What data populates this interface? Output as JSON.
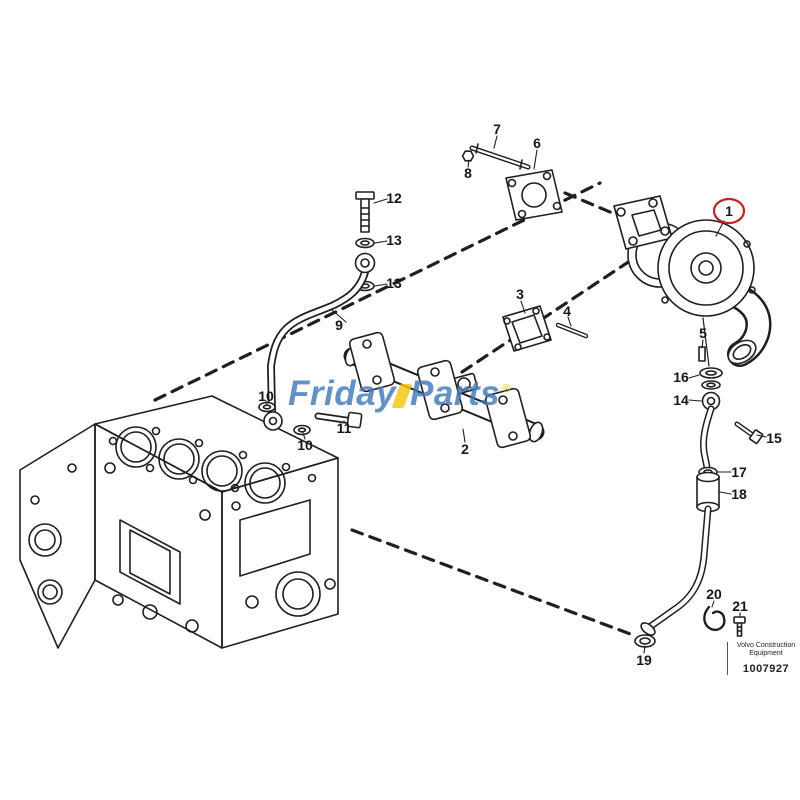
{
  "diagram": {
    "line_color": "#1f1f1f",
    "highlight_color": "#c42222",
    "callouts": [
      {
        "id": "7"
      },
      {
        "id": "8"
      },
      {
        "id": "6"
      },
      {
        "id": "12"
      },
      {
        "id": "13"
      },
      {
        "id": "13"
      },
      {
        "id": "1",
        "highlighted": true
      },
      {
        "id": "9"
      },
      {
        "id": "3"
      },
      {
        "id": "4"
      },
      {
        "id": "5"
      },
      {
        "id": "16"
      },
      {
        "id": "14"
      },
      {
        "id": "15"
      },
      {
        "id": "10"
      },
      {
        "id": "11"
      },
      {
        "id": "10"
      },
      {
        "id": "2"
      },
      {
        "id": "17"
      },
      {
        "id": "18"
      },
      {
        "id": "19"
      },
      {
        "id": "20"
      },
      {
        "id": "21"
      }
    ]
  },
  "watermark": {
    "left": "Friday",
    "right": "Parts",
    "mark": "®",
    "blue": "#4079bd",
    "yellow": "#f6c50e"
  },
  "footer": {
    "brand_line1": "Volvo Construction",
    "brand_line2": "Equipment",
    "part_number": "1007927"
  }
}
